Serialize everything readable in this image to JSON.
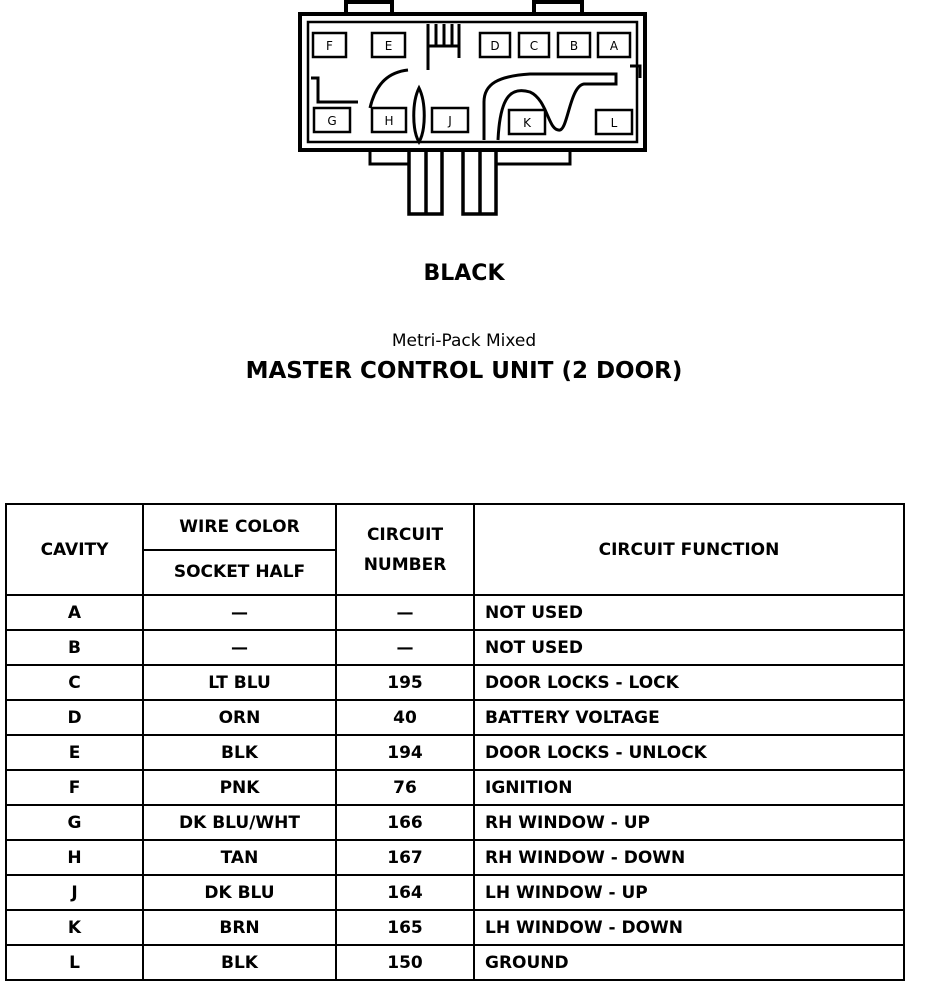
{
  "connector": {
    "pins_top": [
      "F",
      "E",
      "D",
      "C",
      "B",
      "A"
    ],
    "pins_bottom": [
      "G",
      "H",
      "J",
      "K",
      "L"
    ],
    "color": "BLACK",
    "type": "Metri-Pack Mixed",
    "name": "MASTER CONTROL UNIT (2 DOOR)"
  },
  "table": {
    "headers": {
      "cavity": "CAVITY",
      "wire_color": "WIRE COLOR",
      "socket_half": "SOCKET HALF",
      "circuit_line1": "CIRCUIT",
      "circuit_line2": "NUMBER",
      "function": "CIRCUIT FUNCTION"
    },
    "rows": [
      {
        "cavity": "A",
        "color": "—",
        "circuit": "—",
        "function": "NOT USED"
      },
      {
        "cavity": "B",
        "color": "—",
        "circuit": "—",
        "function": "NOT USED"
      },
      {
        "cavity": "C",
        "color": "LT BLU",
        "circuit": "195",
        "function": "DOOR LOCKS - LOCK"
      },
      {
        "cavity": "D",
        "color": "ORN",
        "circuit": "40",
        "function": "BATTERY VOLTAGE"
      },
      {
        "cavity": "E",
        "color": "BLK",
        "circuit": "194",
        "function": "DOOR LOCKS - UNLOCK"
      },
      {
        "cavity": "F",
        "color": "PNK",
        "circuit": "76",
        "function": "IGNITION"
      },
      {
        "cavity": "G",
        "color": "DK BLU/WHT",
        "circuit": "166",
        "function": "RH WINDOW - UP"
      },
      {
        "cavity": "H",
        "color": "TAN",
        "circuit": "167",
        "function": "RH WINDOW - DOWN"
      },
      {
        "cavity": "J",
        "color": "DK BLU",
        "circuit": "164",
        "function": "LH WINDOW - UP"
      },
      {
        "cavity": "K",
        "color": "BRN",
        "circuit": "165",
        "function": "LH WINDOW - DOWN"
      },
      {
        "cavity": "L",
        "color": "BLK",
        "circuit": "150",
        "function": "GROUND"
      }
    ]
  }
}
